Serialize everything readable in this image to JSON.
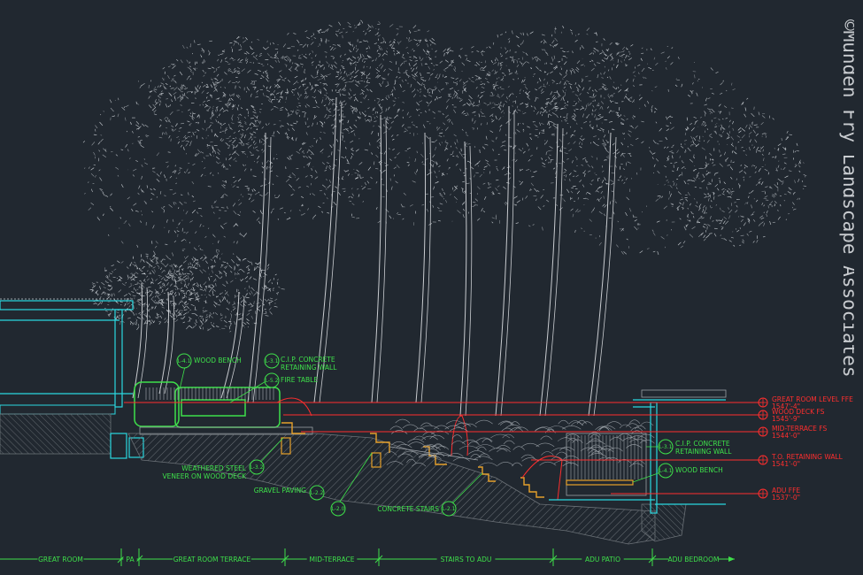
{
  "credit": "©Munden Fry Landscape Associates",
  "callouts": {
    "wood_bench_left": {
      "label": "WOOD BENCH",
      "tag": "L-4.1"
    },
    "cip_wall_upper": {
      "label1": "C.I.P. CONCRETE",
      "label2": "RETAINING WALL",
      "tag": "L-3.1"
    },
    "fire_table": {
      "label": "FIRE TABLE",
      "tag": "L-5.2"
    },
    "weathered_steel": {
      "label1": "WEATHERED STEEL",
      "label2": "VENEER ON WOOD DECK",
      "tag": "L-3.2"
    },
    "gravel_paving": {
      "label": "GRAVEL PAVING",
      "tag": "L-2.2"
    },
    "concrete_stairs": {
      "label": "CONCRETE STAIRS",
      "tag": "L-2.1"
    },
    "unlabeled_tag": {
      "tag": "L-2.0"
    },
    "cip_wall_right": {
      "label1": "C.I.P. CONCRETE",
      "label2": "RETAINING WALL",
      "tag": "L-3.1"
    },
    "wood_bench_right": {
      "label": "WOOD BENCH",
      "tag": "L-4.1"
    }
  },
  "elevations": [
    {
      "name": "GREAT ROOM LEVEL FFE",
      "value": "1547'-4\""
    },
    {
      "name": "WOOD DECK FS",
      "value": "1545'-9\""
    },
    {
      "name": "MID-TERRACE FS",
      "value": "1544'-0\""
    },
    {
      "name": "T.O. RETAINING WALL",
      "value": "1541'-0\""
    },
    {
      "name": "ADU FFE",
      "value": "1537'-0\""
    }
  ],
  "zones": [
    "GREAT ROOM",
    "PA",
    "GREAT ROOM TERRACE",
    "MID-TERRACE",
    "STAIRS TO ADU",
    "ADU PATIO",
    "ADU BEDROOM"
  ],
  "colors": {
    "background": "#212830",
    "annotation": "#3ee04a",
    "elevation": "#ff2e2e",
    "structure": "#2bd8e0",
    "tree": "#d8dde2"
  }
}
